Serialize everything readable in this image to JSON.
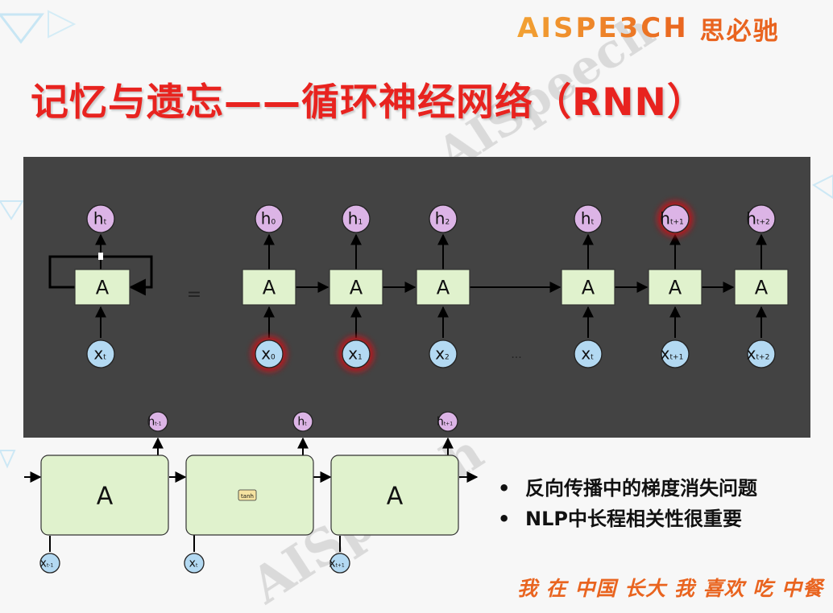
{
  "logo": {
    "brand_en": "AISPE3CH",
    "brand_cn": "思必驰"
  },
  "slide": {
    "title": "记忆与遗忘——循环神经网络（RNN）"
  },
  "watermark": "AISpeech",
  "colors": {
    "title": "#e8231f",
    "logo_orange": "#e9641f",
    "panel_bg": "#434343",
    "cell_fill": "#e0f2cd",
    "node_h_fill": "#dcb4e6",
    "node_x_fill": "#b3d9f2",
    "highlight_glow": "#c0161e"
  },
  "diagram": {
    "cell_label": "A",
    "equals": "=",
    "ellipsis": "...",
    "folded": {
      "h": "h",
      "h_sub": "t",
      "x": "x",
      "x_sub": "t"
    },
    "unrolled_h": [
      {
        "text": "h",
        "sub": "0"
      },
      {
        "text": "h",
        "sub": "1"
      },
      {
        "text": "h",
        "sub": "2"
      },
      {
        "text": "h",
        "sub": "t"
      },
      {
        "text": "h",
        "sub": "t+1"
      },
      {
        "text": "h",
        "sub": "t+2"
      }
    ],
    "unrolled_x": [
      {
        "text": "x",
        "sub": "0"
      },
      {
        "text": "x",
        "sub": "1"
      },
      {
        "text": "x",
        "sub": "2"
      },
      {
        "text": "x",
        "sub": "t"
      },
      {
        "text": "x",
        "sub": "t+1"
      },
      {
        "text": "x",
        "sub": "t+2"
      }
    ],
    "cell_chain": {
      "h_top": [
        {
          "text": "h",
          "sub": "t-1"
        },
        {
          "text": "h",
          "sub": "t"
        },
        {
          "text": "h",
          "sub": "t+1"
        }
      ],
      "x_bottom": [
        {
          "text": "x",
          "sub": "t-1"
        },
        {
          "text": "x",
          "sub": "t"
        },
        {
          "text": "x",
          "sub": "t+1"
        }
      ],
      "tanh_label": "tanh"
    }
  },
  "bullets": [
    {
      "marker": "•",
      "text": "反向传播中的梯度消失问题"
    },
    {
      "marker": "•",
      "text": "NLP中长程相关性很重要"
    }
  ],
  "footer": {
    "slogan": "我 在 中国 长大 我 喜欢 吃 中餐"
  }
}
